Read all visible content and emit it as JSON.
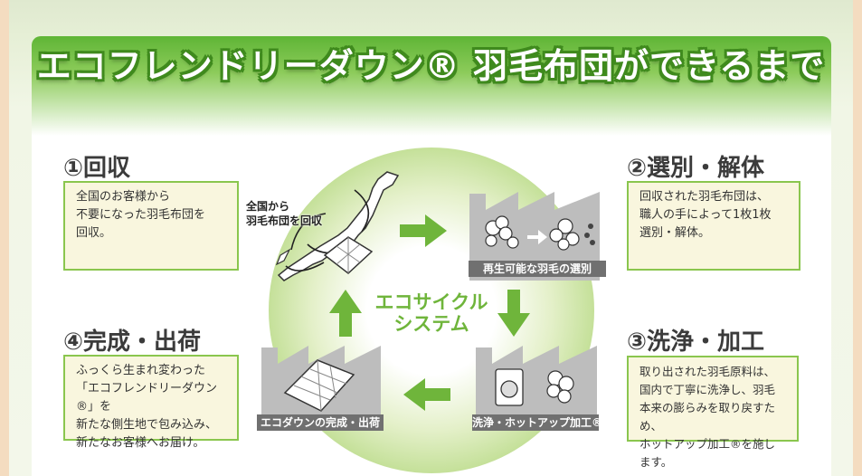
{
  "title": "エコフレンドリーダウン® 羽毛布団ができるまで",
  "steps": [
    {
      "heading": "①回収",
      "text": "全国のお客様から\n不要になった羽毛布団を\n回収。"
    },
    {
      "heading": "②選別・解体",
      "text": "回収された羽毛布団は、\n職人の手によって1枚1枚\n選別・解体。"
    },
    {
      "heading": "③洗浄・加工",
      "text": "取り出された羽毛原料は、\n国内で丁寧に洗浄し、羽毛\n本来の膨らみを取り戻すため、\nホットアップ加工®を施します。"
    },
    {
      "heading": "④完成・出荷",
      "text": "ふっくら生まれ変わった\n「エコフレンドリーダウン®」を\n新たな側生地で包み込み、\n新たなお客様へお届け。"
    }
  ],
  "center_label": "エコサイクル\nシステム",
  "map_caption": "全国から\n羽毛布団を回収",
  "image_labels": {
    "sorting": "再生可能な羽毛の選別",
    "washing": "洗浄・ホットアップ加工®",
    "finished": "エコダウンの完成・出荷"
  },
  "colors": {
    "accent_green": "#6fb53b",
    "title_outline": "#3f8a1d",
    "box_fill": "#f9f6de",
    "box_border": "#8ac64e"
  }
}
